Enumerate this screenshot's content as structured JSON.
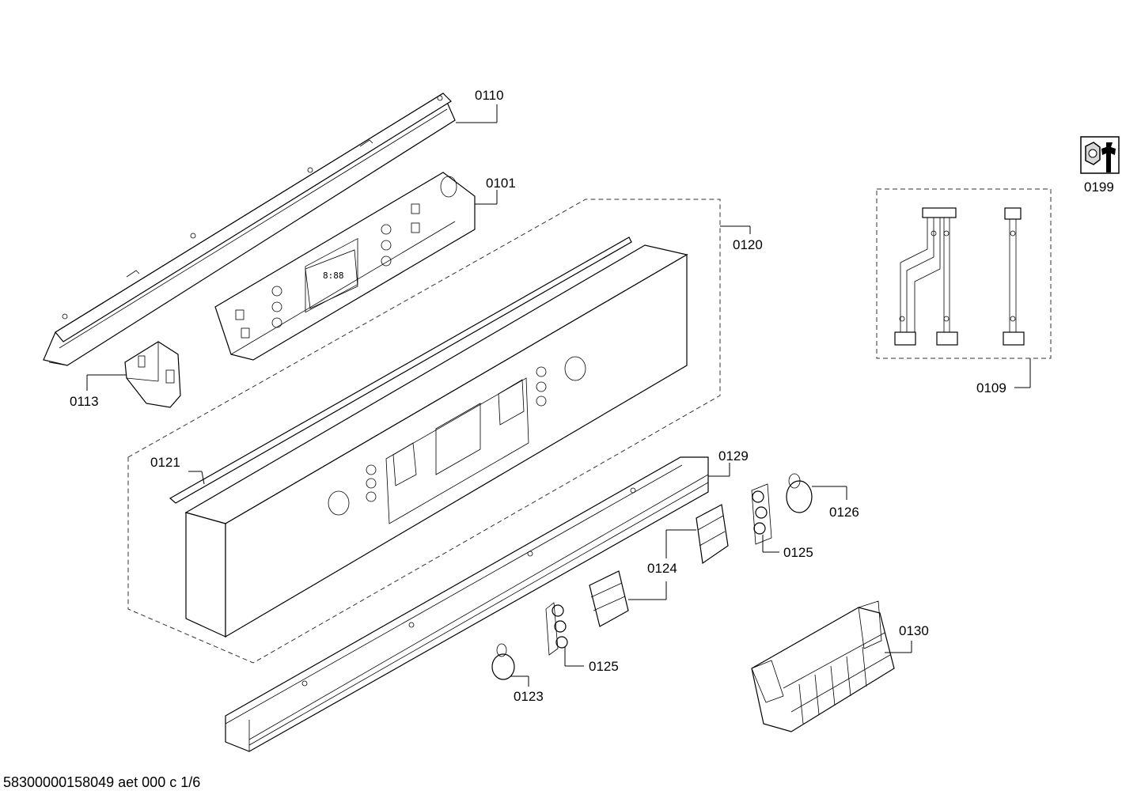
{
  "diagram": {
    "labels": {
      "p0110": "0110",
      "p0101": "0101",
      "p0120": "0120",
      "p0113": "0113",
      "p0121": "0121",
      "p0129": "0129",
      "p0126": "0126",
      "p0125a": "0125",
      "p0124": "0124",
      "p0125b": "0125",
      "p0123": "0123",
      "p0130": "0130",
      "p0109": "0109",
      "p0199": "0199"
    },
    "display_text": "8:88"
  },
  "footer": {
    "doc_id": "58300000158049 aet 000 c 1/6"
  }
}
